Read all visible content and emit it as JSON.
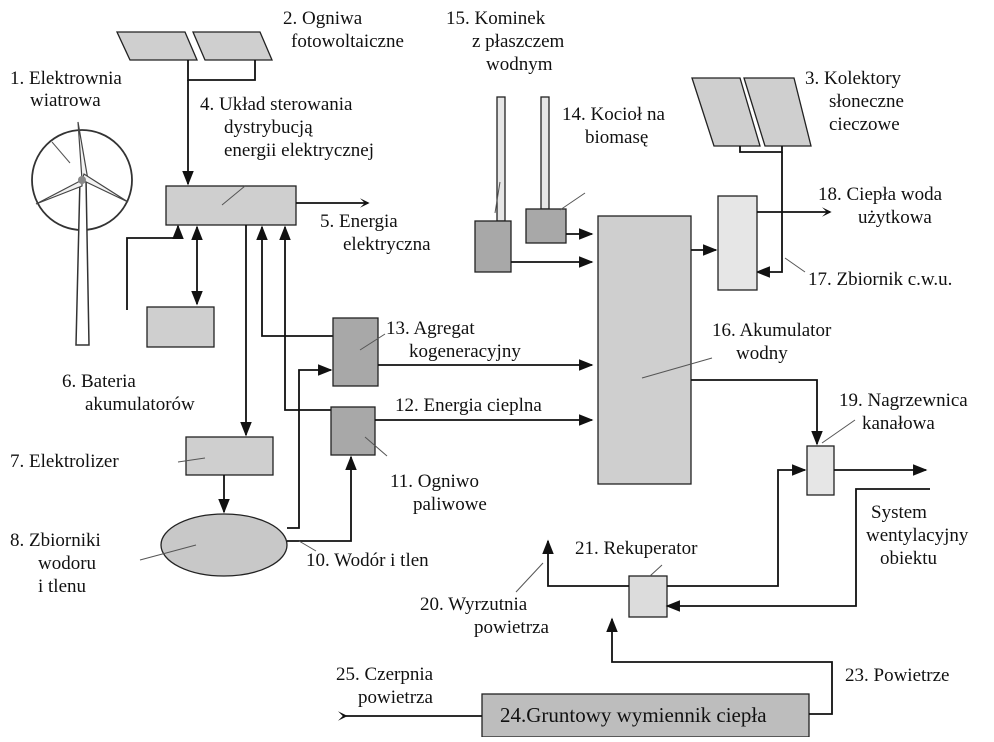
{
  "colors": {
    "box_fill": "#cfcfcf",
    "box_dark": "#a8a8a8",
    "box_light": "#e4e4e4",
    "line": "#111111"
  },
  "labels": {
    "l1a": "1. Elektrownia",
    "l1b": "wiatrowa",
    "l2a": "2. Ogniwa",
    "l2b": "fotowoltaiczne",
    "l3a": "3. Kolektory",
    "l3b": "słoneczne",
    "l3c": "cieczowe",
    "l4a": "4. Układ sterowania",
    "l4b": "dystrybucją",
    "l4c": "energii elektrycznej",
    "l5a": "5. Energia",
    "l5b": "elektryczna",
    "l6a": "6. Bateria",
    "l6b": "akumulatorów",
    "l7": "7. Elektrolizer",
    "l8a": "8. Zbiorniki",
    "l8b": "wodoru",
    "l8c": "i tlenu",
    "l10": "10. Wodór i tlen",
    "l11a": "11. Ogniwo",
    "l11b": "paliwowe",
    "l12": "12. Energia cieplna",
    "l13a": "13. Agregat",
    "l13b": "kogeneracyjny",
    "l14a": "14. Kocioł na",
    "l14b": "biomasę",
    "l15a": "15. Kominek",
    "l15b": "z płaszczem",
    "l15c": "wodnym",
    "l16a": "16. Akumulator",
    "l16b": "wodny",
    "l17": "17. Zbiornik c.w.u.",
    "l18a": "18. Ciepła woda",
    "l18b": "użytkowa",
    "l19a": "19. Nagrzewnica",
    "l19b": "kanałowa",
    "l20a": "20. Wyrzutnia",
    "l20b": "powietrza",
    "l21": "21. Rekuperator",
    "l23": "23. Powietrze",
    "l24": "24.Gruntowy wymiennik ciepła",
    "l25a": "25. Czerpnia",
    "l25b": "powietrza",
    "lsa": "System",
    "lsb": "wentylacyjny",
    "lsc": "obiektu"
  }
}
